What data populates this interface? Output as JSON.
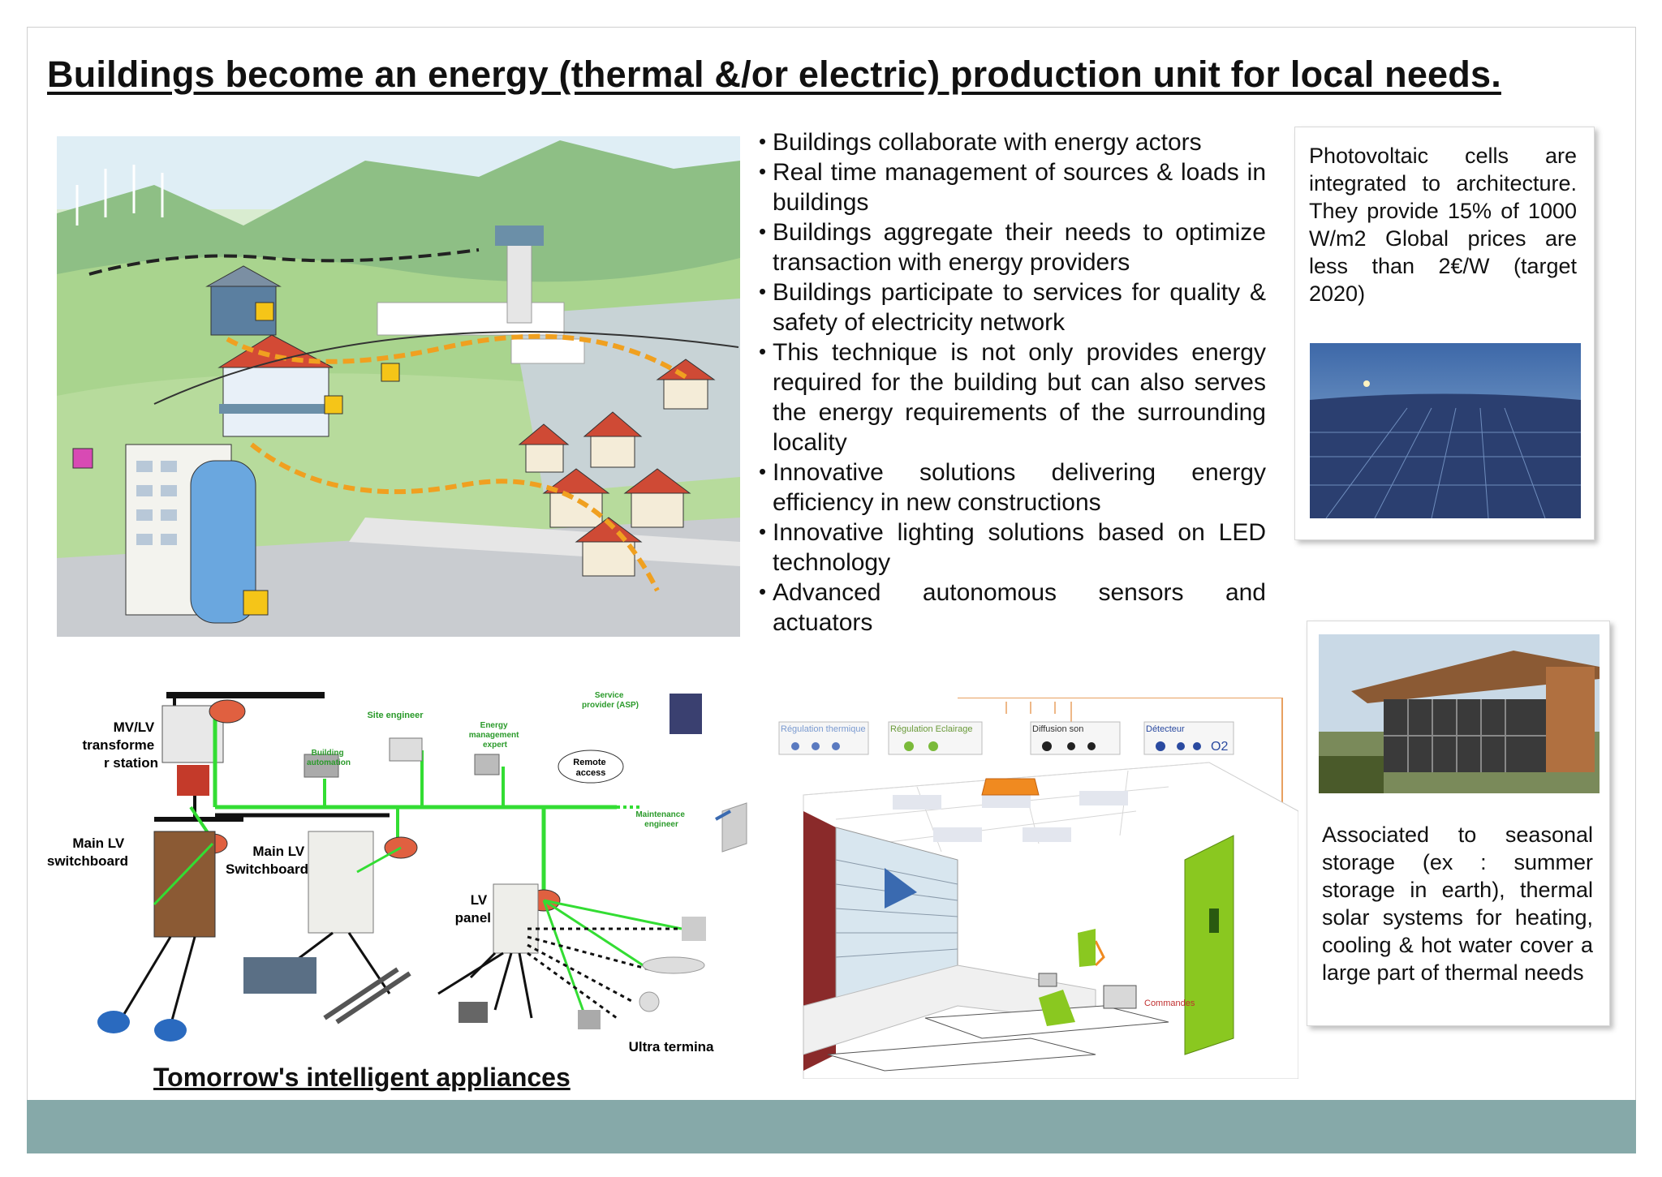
{
  "title": "Buildings become an energy (thermal &/or electric) production unit for local needs.",
  "bullets": [
    "Buildings collaborate with energy actors",
    "Real time management of sources & loads in buildings",
    "Buildings aggregate their needs to optimize transaction with energy providers",
    "Buildings participate to services for quality & safety of electricity network",
    "This technique is not only provides  energy required for the building but can also serves the energy requirements of the surrounding locality",
    "Innovative solutions delivering energy efficiency in new constructions",
    "Innovative lighting solutions based on LED technology",
    "Advanced autonomous sensors and actuators"
  ],
  "pv_card": {
    "text": "Photovoltaic cells are integrated to architecture. They provide 15% of 1000 W/m2 Global prices are less than 2€/W (target 2020)"
  },
  "storage_card": {
    "text": "Associated to seasonal storage (ex : summer storage in earth), thermal solar systems for heating, cooling & hot water cover a large part of thermal needs"
  },
  "network_diagram": {
    "mv_lv_station": "MV/LV transformer station",
    "main_lv_switchboard": "Main LV switchboard",
    "main_lv_switchboard_2": "Main LV Switchboard",
    "lv_panel": "LV panel",
    "site_engineer": "Site engineer",
    "building_automation": "Building automation",
    "energy_management_expert": "Energy management expert",
    "service_provider": "Service provider (ASP)",
    "remote_access": "Remote access",
    "maintenance_engineer": "Maintenance engineer",
    "ultra_terminal_devices": "Ultra terminal devices",
    "caption": "Tomorrow's intelligent appliances"
  },
  "room_diagram": {
    "regulation_thermique": "Régulation thermique",
    "regulation_eclairage": "Régulation Eclairage",
    "diffusion_son": "Diffusion son",
    "detecteur": "Détecteur",
    "commandes": "Commandes",
    "o2": "O2"
  },
  "colors": {
    "accent_footer": "#86a9a9",
    "network_line": "#33dd33",
    "node_red": "#e06040"
  }
}
